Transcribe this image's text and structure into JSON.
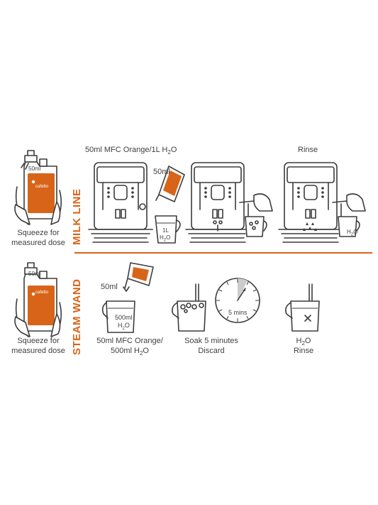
{
  "colors": {
    "accent": "#d8641a",
    "line": "#3c3c3c"
  },
  "milk_line": {
    "section_label": "MILK LINE",
    "bottle_measure": "50ml",
    "bottle_brand": "cafetto",
    "bottle_caption_1": "Squeeze for",
    "bottle_caption_2": "measured dose",
    "step1_title": "50ml MFC Orange/1L H",
    "step1_title_sub": "2",
    "step1_title_end": "O",
    "pour_label": "50ml",
    "jug_label_1": "1L",
    "jug_label_2": "H",
    "jug_label_sub": "2",
    "jug_label_end": "O",
    "step3_title": "Rinse",
    "rinse_jug_1": "H",
    "rinse_jug_sub": "2",
    "rinse_jug_end": "O"
  },
  "steam_wand": {
    "section_label": "STEAM WAND",
    "bottle_measure": "50ml",
    "bottle_brand": "cafetto",
    "bottle_caption_1": "Squeeze for",
    "bottle_caption_2": "measured dose",
    "pour_label": "50ml",
    "jug_label_1": "500ml",
    "jug_label_2": "H",
    "jug_label_sub": "2",
    "jug_label_end": "O",
    "step1_caption_1": "50ml MFC Orange/",
    "step1_caption_2": "500ml H",
    "step1_caption_sub": "2",
    "step1_caption_end": "O",
    "timer_label": "5 mins",
    "step2_caption_1": "Soak 5 minutes",
    "step2_caption_2": "Discard",
    "step3_caption_1": "H",
    "step3_caption_sub": "2",
    "step3_caption_end": "O",
    "step3_caption_2": "Rinse"
  }
}
